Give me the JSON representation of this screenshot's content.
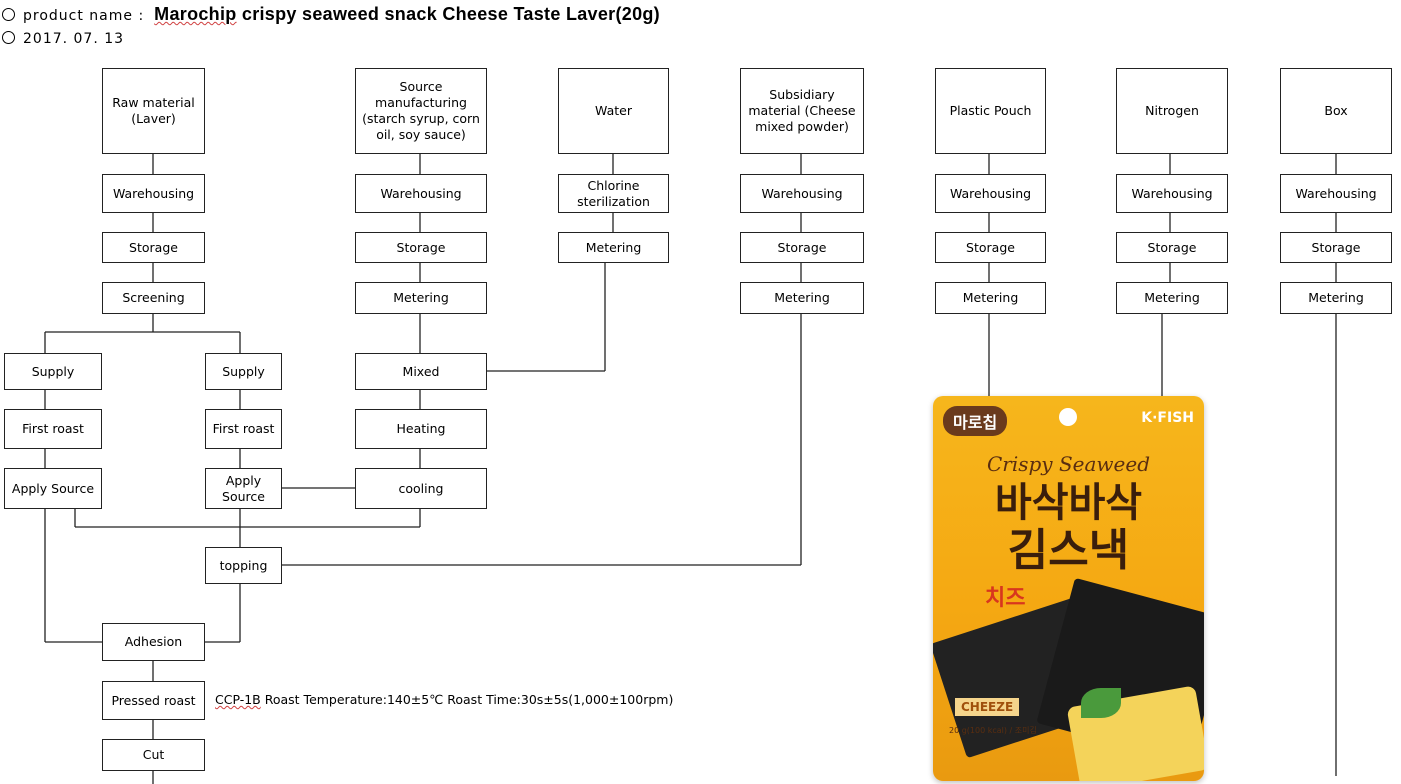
{
  "header": {
    "product_prefix": "product name :",
    "product_name": "Marochip crispy seaweed snack Cheese Taste Laver(20g)",
    "date": "2017. 07. 13"
  },
  "boxes": {
    "raw_material": "Raw material (Laver)",
    "source_mfg": "Source manufacturing (starch syrup, corn oil, soy sauce)",
    "water": "Water",
    "subsidiary": "Subsidiary material (Cheese mixed powder)",
    "plastic_pouch": "Plastic Pouch",
    "nitrogen": "Nitrogen",
    "box": "Box",
    "warehousing": "Warehousing",
    "storage": "Storage",
    "screening": "Screening",
    "metering": "Metering",
    "chlorine": "Chlorine sterilization",
    "supply": "Supply",
    "mixed": "Mixed",
    "first_roast": "First roast",
    "heating": "Heating",
    "apply_source": "Apply Source",
    "cooling": "cooling",
    "topping": "topping",
    "adhesion": "Adhesion",
    "pressed_roast": "Pressed roast",
    "cut": "Cut"
  },
  "ccp": {
    "code": "CCP-1B",
    "text": " Roast Temperature:140±5℃ Roast Time:30s±5s(1,000±100rpm)"
  },
  "package": {
    "brand": "마로칩",
    "partner": "K·FISH",
    "line1": "Crispy Seaweed",
    "line2": "바삭바삭",
    "line3": "김스낵",
    "flavor": "치즈",
    "badge": "CHEEZE",
    "fine_print": "20 g(100 kcal) / 조미김"
  },
  "colors": {
    "line": "#222222",
    "pouch": "#f5a812",
    "squiggle": "#d04040"
  }
}
